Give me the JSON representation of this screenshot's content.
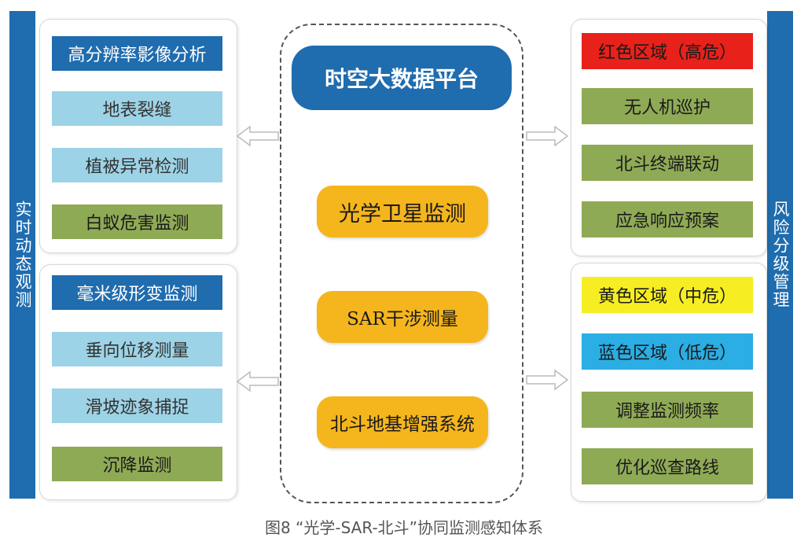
{
  "left_bar": "实时动态观测",
  "right_bar": "风险分级管理",
  "left_top": {
    "header": "高分辨率影像分析",
    "items": [
      "地表裂缝",
      "植被异常检测",
      "白蚁危害监测"
    ]
  },
  "left_bottom": {
    "header": "毫米级形变监测",
    "items": [
      "垂向位移测量",
      "滑坡迹象捕捉",
      "沉降监测"
    ]
  },
  "center": {
    "platform": "时空大数据平台",
    "methods": [
      "光学卫星监测",
      "SAR干涉测量",
      "北斗地基增强系统"
    ]
  },
  "right_top": {
    "header": "红色区域（高危）",
    "items": [
      "无人机巡护",
      "北斗终端联动",
      "应急响应预案"
    ]
  },
  "right_bottom": {
    "headers": [
      "黄色区域（中危）",
      "蓝色区域（低危）"
    ],
    "items": [
      "调整监测频率",
      "优化巡查路线"
    ]
  },
  "caption": "图8 “光学-SAR-北斗”协同监测感知体系",
  "colors": {
    "header_blue": "#1f6cae",
    "light_blue": "#9dd3e6",
    "green": "#8faa55",
    "red": "#e8211b",
    "yellow": "#f6ee22",
    "cyan": "#2aaee4",
    "orange": "#f5b51d"
  }
}
